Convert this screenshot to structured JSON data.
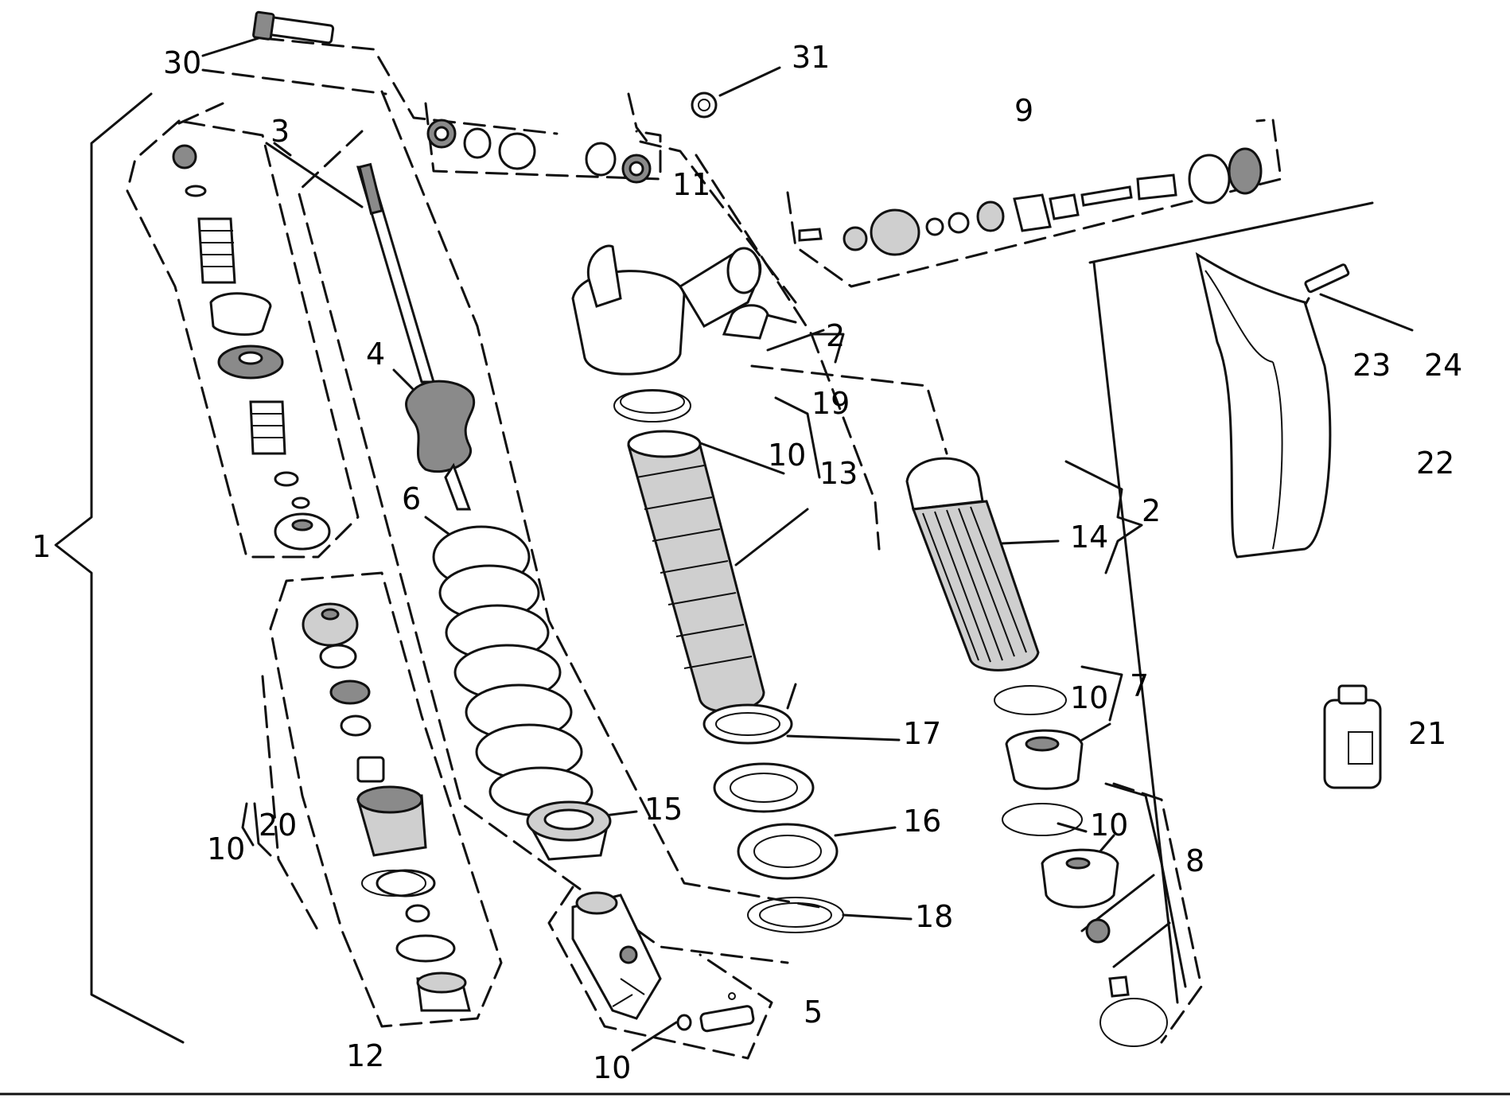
{
  "labels": {
    "l1": "1",
    "l2a": "2",
    "l2b": "2",
    "l3": "3",
    "l4": "4",
    "l5": "5",
    "l6": "6",
    "l7": "7",
    "l8": "8",
    "l9": "9",
    "l10a": "10",
    "l10b": "10",
    "l10c": "10",
    "l10d": "10",
    "l10e": "10",
    "l11": "11",
    "l12": "12",
    "l13": "13",
    "l14": "14",
    "l15": "15",
    "l16": "16",
    "l17": "17",
    "l18": "18",
    "l19": "19",
    "l20": "20",
    "l21": "21",
    "l22": "22",
    "l23": "23",
    "l24": "24",
    "l30": "30",
    "l31": "31"
  }
}
